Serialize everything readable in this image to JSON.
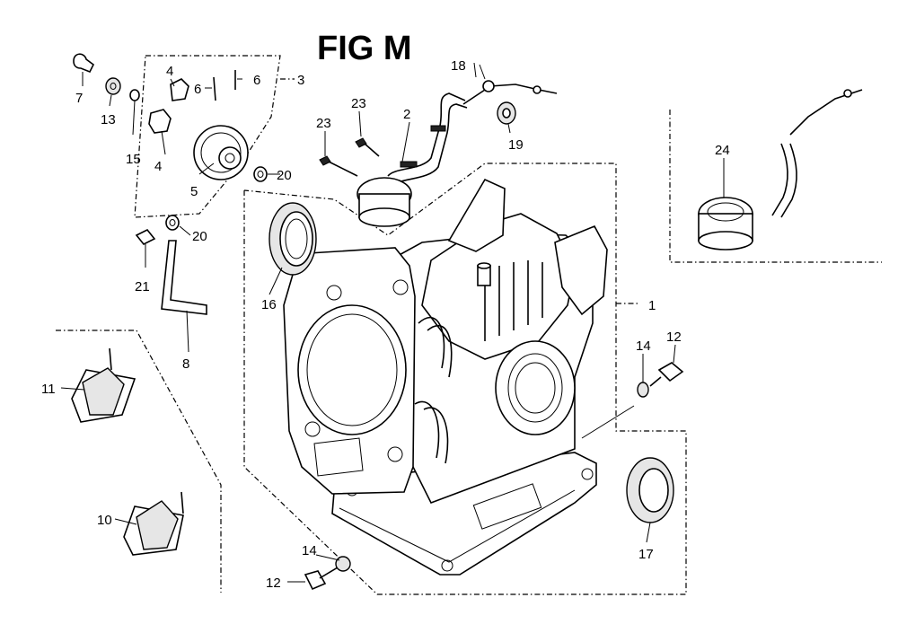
{
  "title": "FIG M",
  "callouts": [
    {
      "id": "c1",
      "text": "1"
    },
    {
      "id": "c2",
      "text": "2"
    },
    {
      "id": "c3",
      "text": "3"
    },
    {
      "id": "c4a",
      "text": "4"
    },
    {
      "id": "c4b",
      "text": "4"
    },
    {
      "id": "c5",
      "text": "5"
    },
    {
      "id": "c6a",
      "text": "6"
    },
    {
      "id": "c6b",
      "text": "6"
    },
    {
      "id": "c7",
      "text": "7"
    },
    {
      "id": "c8",
      "text": "8"
    },
    {
      "id": "c10",
      "text": "10"
    },
    {
      "id": "c11",
      "text": "11"
    },
    {
      "id": "c12a",
      "text": "12"
    },
    {
      "id": "c12b",
      "text": "12"
    },
    {
      "id": "c13",
      "text": "13"
    },
    {
      "id": "c14a",
      "text": "14"
    },
    {
      "id": "c14b",
      "text": "14"
    },
    {
      "id": "c15",
      "text": "15"
    },
    {
      "id": "c16",
      "text": "16"
    },
    {
      "id": "c17",
      "text": "17"
    },
    {
      "id": "c18",
      "text": "18"
    },
    {
      "id": "c19",
      "text": "19"
    },
    {
      "id": "c20a",
      "text": "20"
    },
    {
      "id": "c20b",
      "text": "20"
    },
    {
      "id": "c21",
      "text": "21"
    },
    {
      "id": "c23a",
      "text": "23"
    },
    {
      "id": "c23b",
      "text": "23"
    },
    {
      "id": "c24",
      "text": "24"
    }
  ]
}
